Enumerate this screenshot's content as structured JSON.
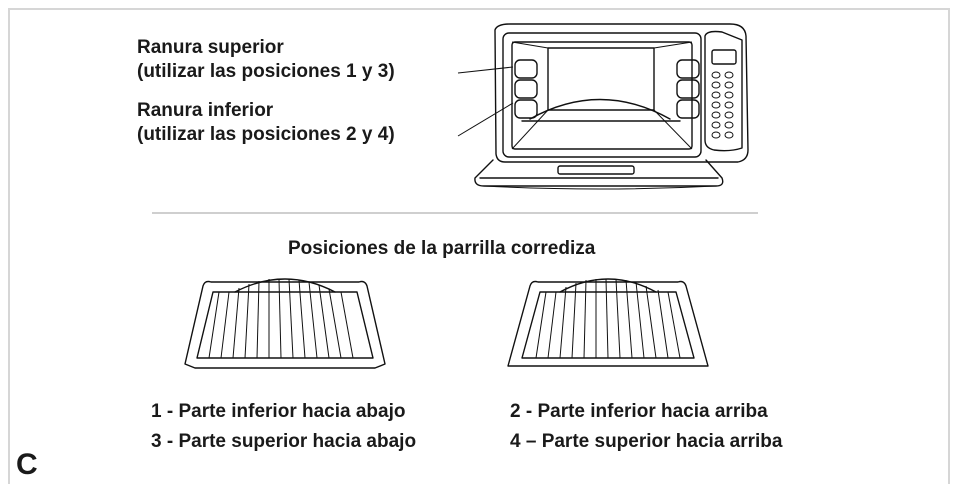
{
  "slots": {
    "upper_title": "Ranura superior",
    "upper_note": "(utilizar las posiciones 1 y 3)",
    "lower_title": "Ranura inferior",
    "lower_note": "(utilizar las posiciones 2 y 4)"
  },
  "rack_section": {
    "title": "Posiciones de la parrilla corrediza",
    "positions": [
      "1 - Parte inferior hacia abajo",
      "2 - Parte inferior hacia arriba",
      "3 - Parte superior hacia abajo",
      "4 – Parte superior hacia arriba"
    ]
  },
  "section_letter": "C"
}
